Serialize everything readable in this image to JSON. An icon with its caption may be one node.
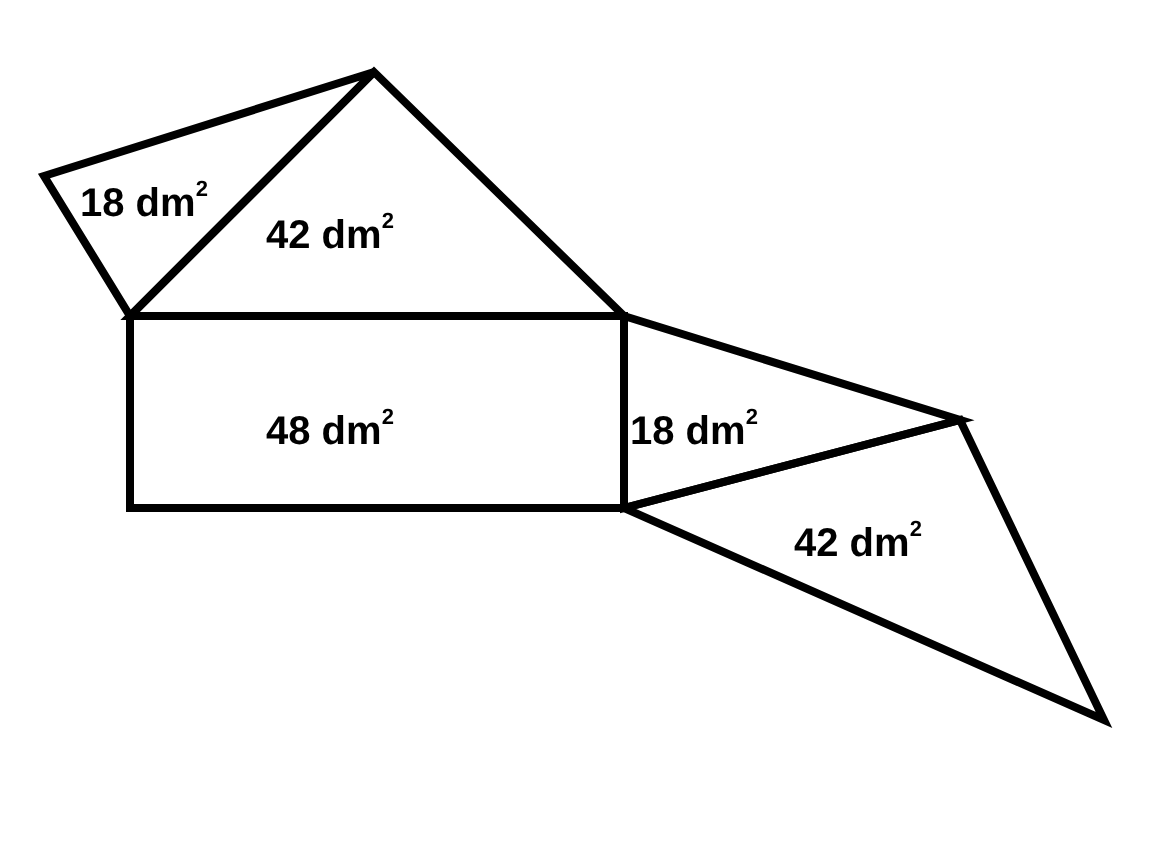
{
  "diagram": {
    "nodes": [
      {
        "text": [
          "18 dm$^{2}$"
        ]
      },
      {
        "text": [
          "42 dm$^{2}$"
        ]
      },
      {
        "text": [
          "48 dm$^{2}$"
        ]
      },
      {
        "text": [
          "18 dm$^{2}$"
        ]
      },
      {
        "text": [
          "42 dm$^{2}$"
        ]
      }
    ]
  }
}
